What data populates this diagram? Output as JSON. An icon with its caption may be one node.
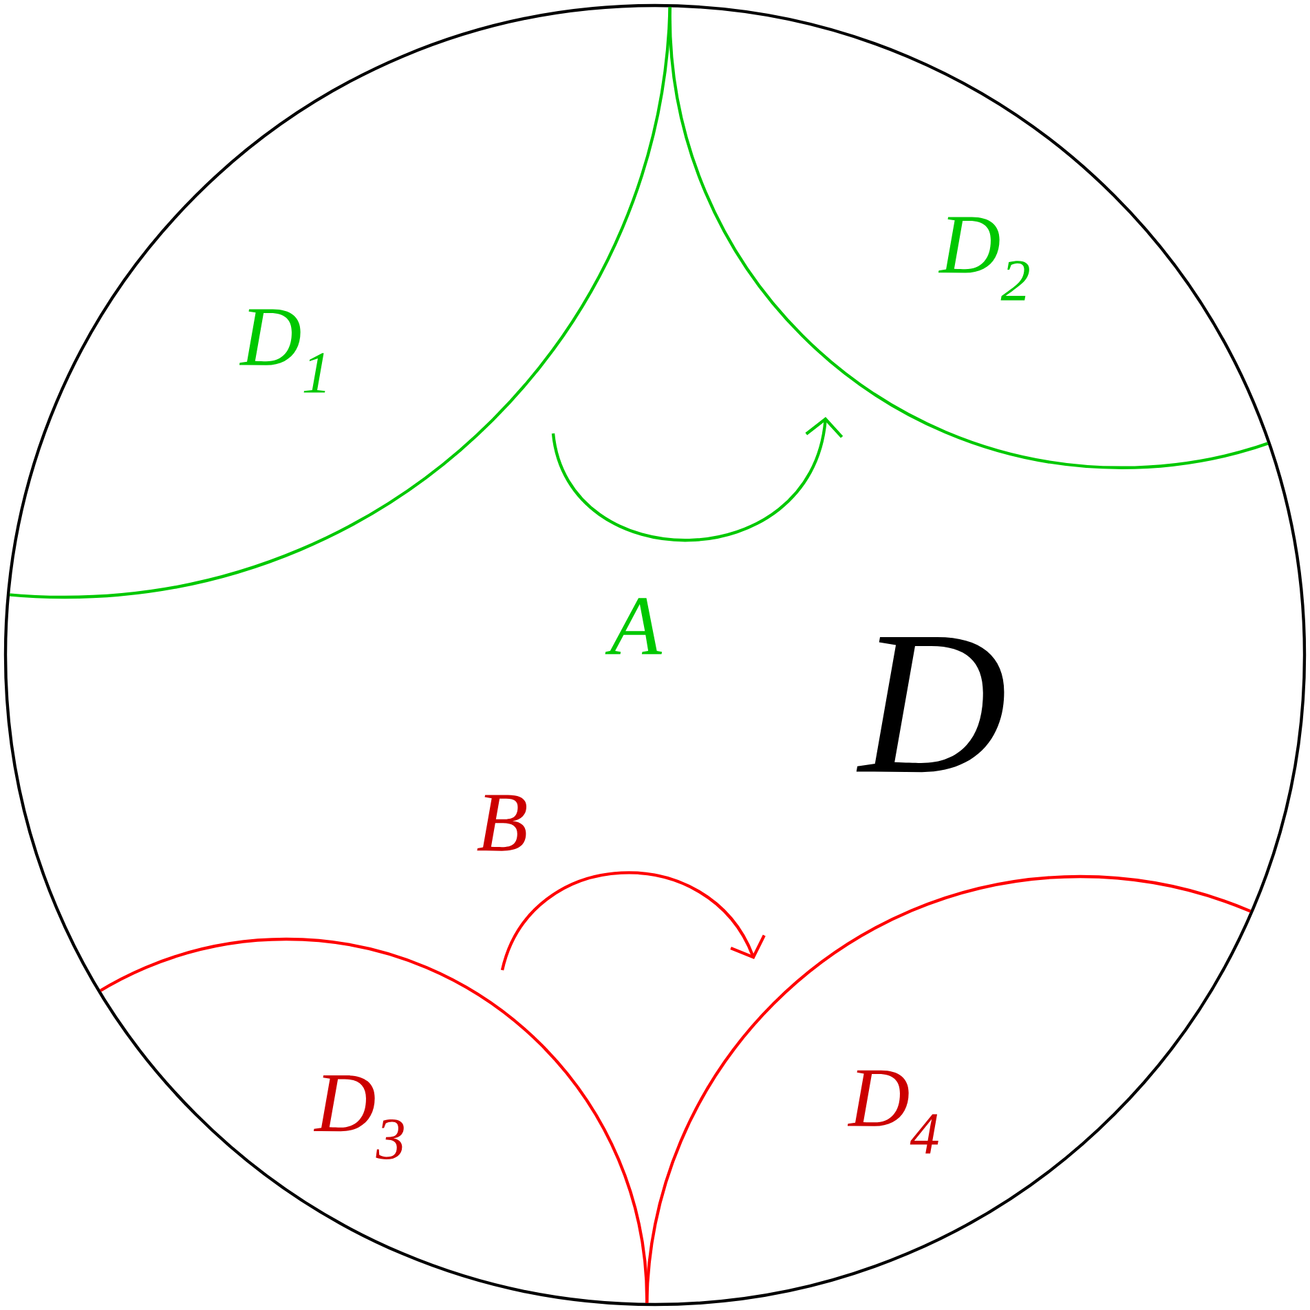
{
  "diagram": {
    "labels": [
      "D$_{1}$",
      "D$_{2}$",
      "A",
      "D",
      "B",
      "D$_{3}$",
      "D$_{4}$"
    ]
  }
}
